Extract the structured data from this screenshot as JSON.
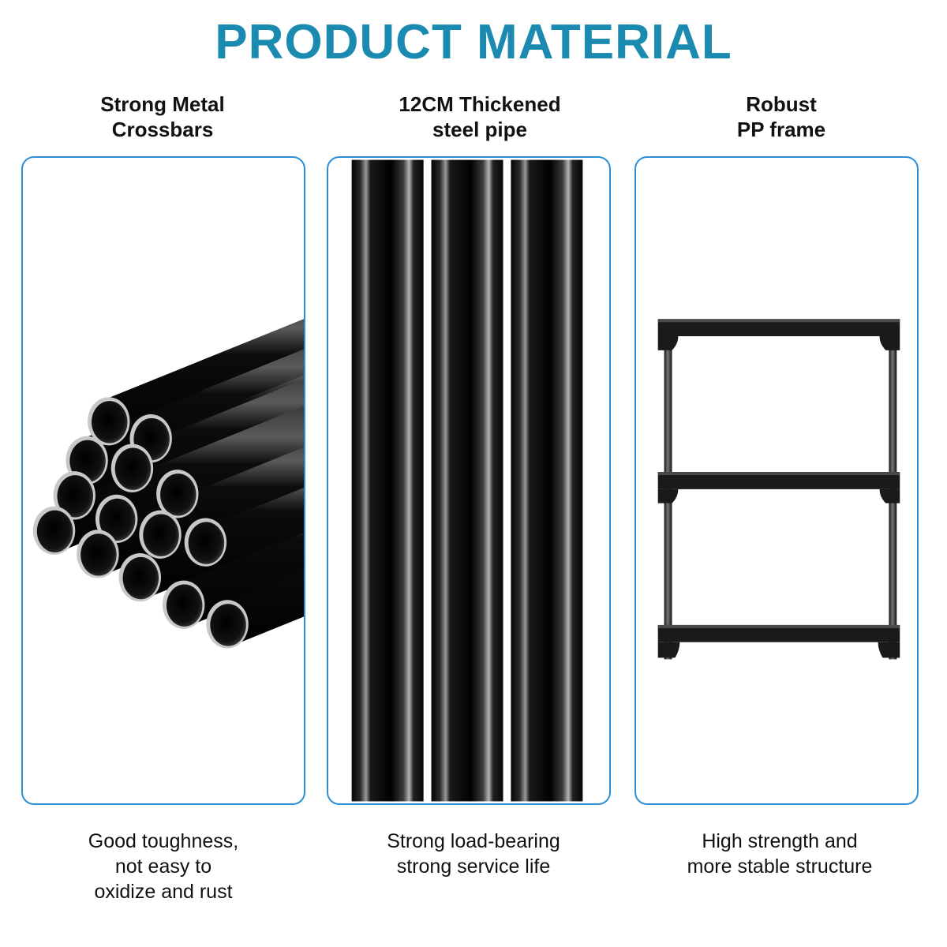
{
  "title": "PRODUCT MATERIAL",
  "colors": {
    "title": "#1a8ab0",
    "border": "#2c8fd6"
  },
  "columns": [
    {
      "heading": [
        "Strong Metal",
        "Crossbars"
      ],
      "image": "stacked-steel-tubes",
      "caption": [
        "Good toughness,",
        "not easy to",
        "oxidize and rust"
      ]
    },
    {
      "heading": [
        "12CM Thickened",
        "steel pipe"
      ],
      "image": "vertical-steel-pipes",
      "caption": [
        "Strong load-bearing",
        "strong service life"
      ]
    },
    {
      "heading": [
        "Robust",
        "PP frame"
      ],
      "image": "pp-shelf-frame",
      "caption": [
        "High strength and",
        "more stable structure"
      ]
    }
  ]
}
